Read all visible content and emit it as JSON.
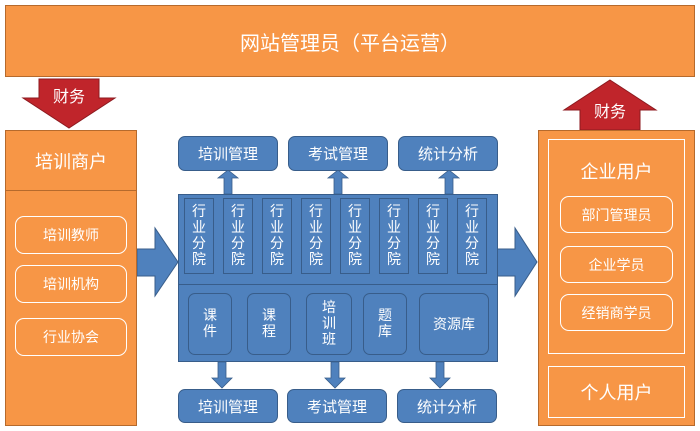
{
  "header": {
    "title": "网站管理员（平台运营）"
  },
  "finance": {
    "left_label": "财务",
    "right_label": "财务"
  },
  "left_panel": {
    "title": "培训商户",
    "items": [
      "培训教师",
      "培训机构",
      "行业协会"
    ]
  },
  "right_panel": {
    "title": "企业用户",
    "items": [
      "部门管理员",
      "企业学员",
      "经销商学员"
    ],
    "personal": "个人用户"
  },
  "top_functions": [
    "培训管理",
    "考试管理",
    "统计分析"
  ],
  "bottom_functions": [
    "培训管理",
    "考试管理",
    "统计分析"
  ],
  "center": {
    "branches": [
      "行业分院",
      "行业分院",
      "行业分院",
      "行业分院",
      "行业分院",
      "行业分院",
      "行业分院",
      "行业分院"
    ],
    "resources": [
      "课件",
      "课程",
      "培训班",
      "题库",
      "资源库"
    ]
  },
  "colors": {
    "orange": "#f79646",
    "orange_border": "#b66a2c",
    "blue": "#4f81bd",
    "blue_border": "#385d8a",
    "finance_red": "#c0252b"
  }
}
